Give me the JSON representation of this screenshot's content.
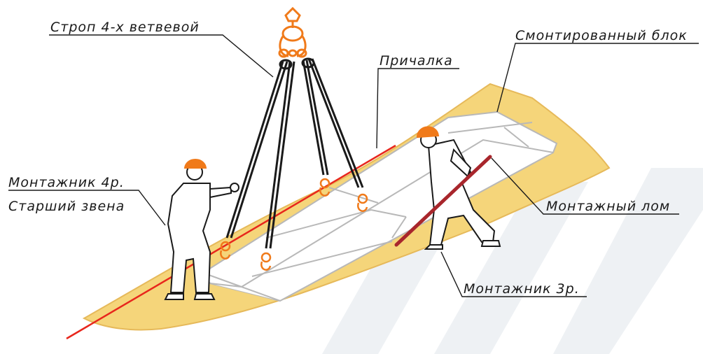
{
  "labels": {
    "sling": "Строп 4-х ветвевой",
    "mounted_block": "Смонтированный блок",
    "guide_rope": "Причалка",
    "installer4_line1": "Монтажник 4р.",
    "installer4_line2": "Старший звена",
    "crowbar": "Монтажный лом",
    "installer3": "Монтажник 3р."
  },
  "colors": {
    "ground": "#f5d57a",
    "ground_edge": "#e6b95a",
    "slab_fill": "#ffffff",
    "slab_stroke": "#b8b8b8",
    "hardhat": "#f07a1a",
    "hook": "#f07a1a",
    "rope": "#e8261c",
    "crowbar": "#a8262c",
    "sling": "#1a1a1a",
    "watermark": "#eef1f4"
  }
}
